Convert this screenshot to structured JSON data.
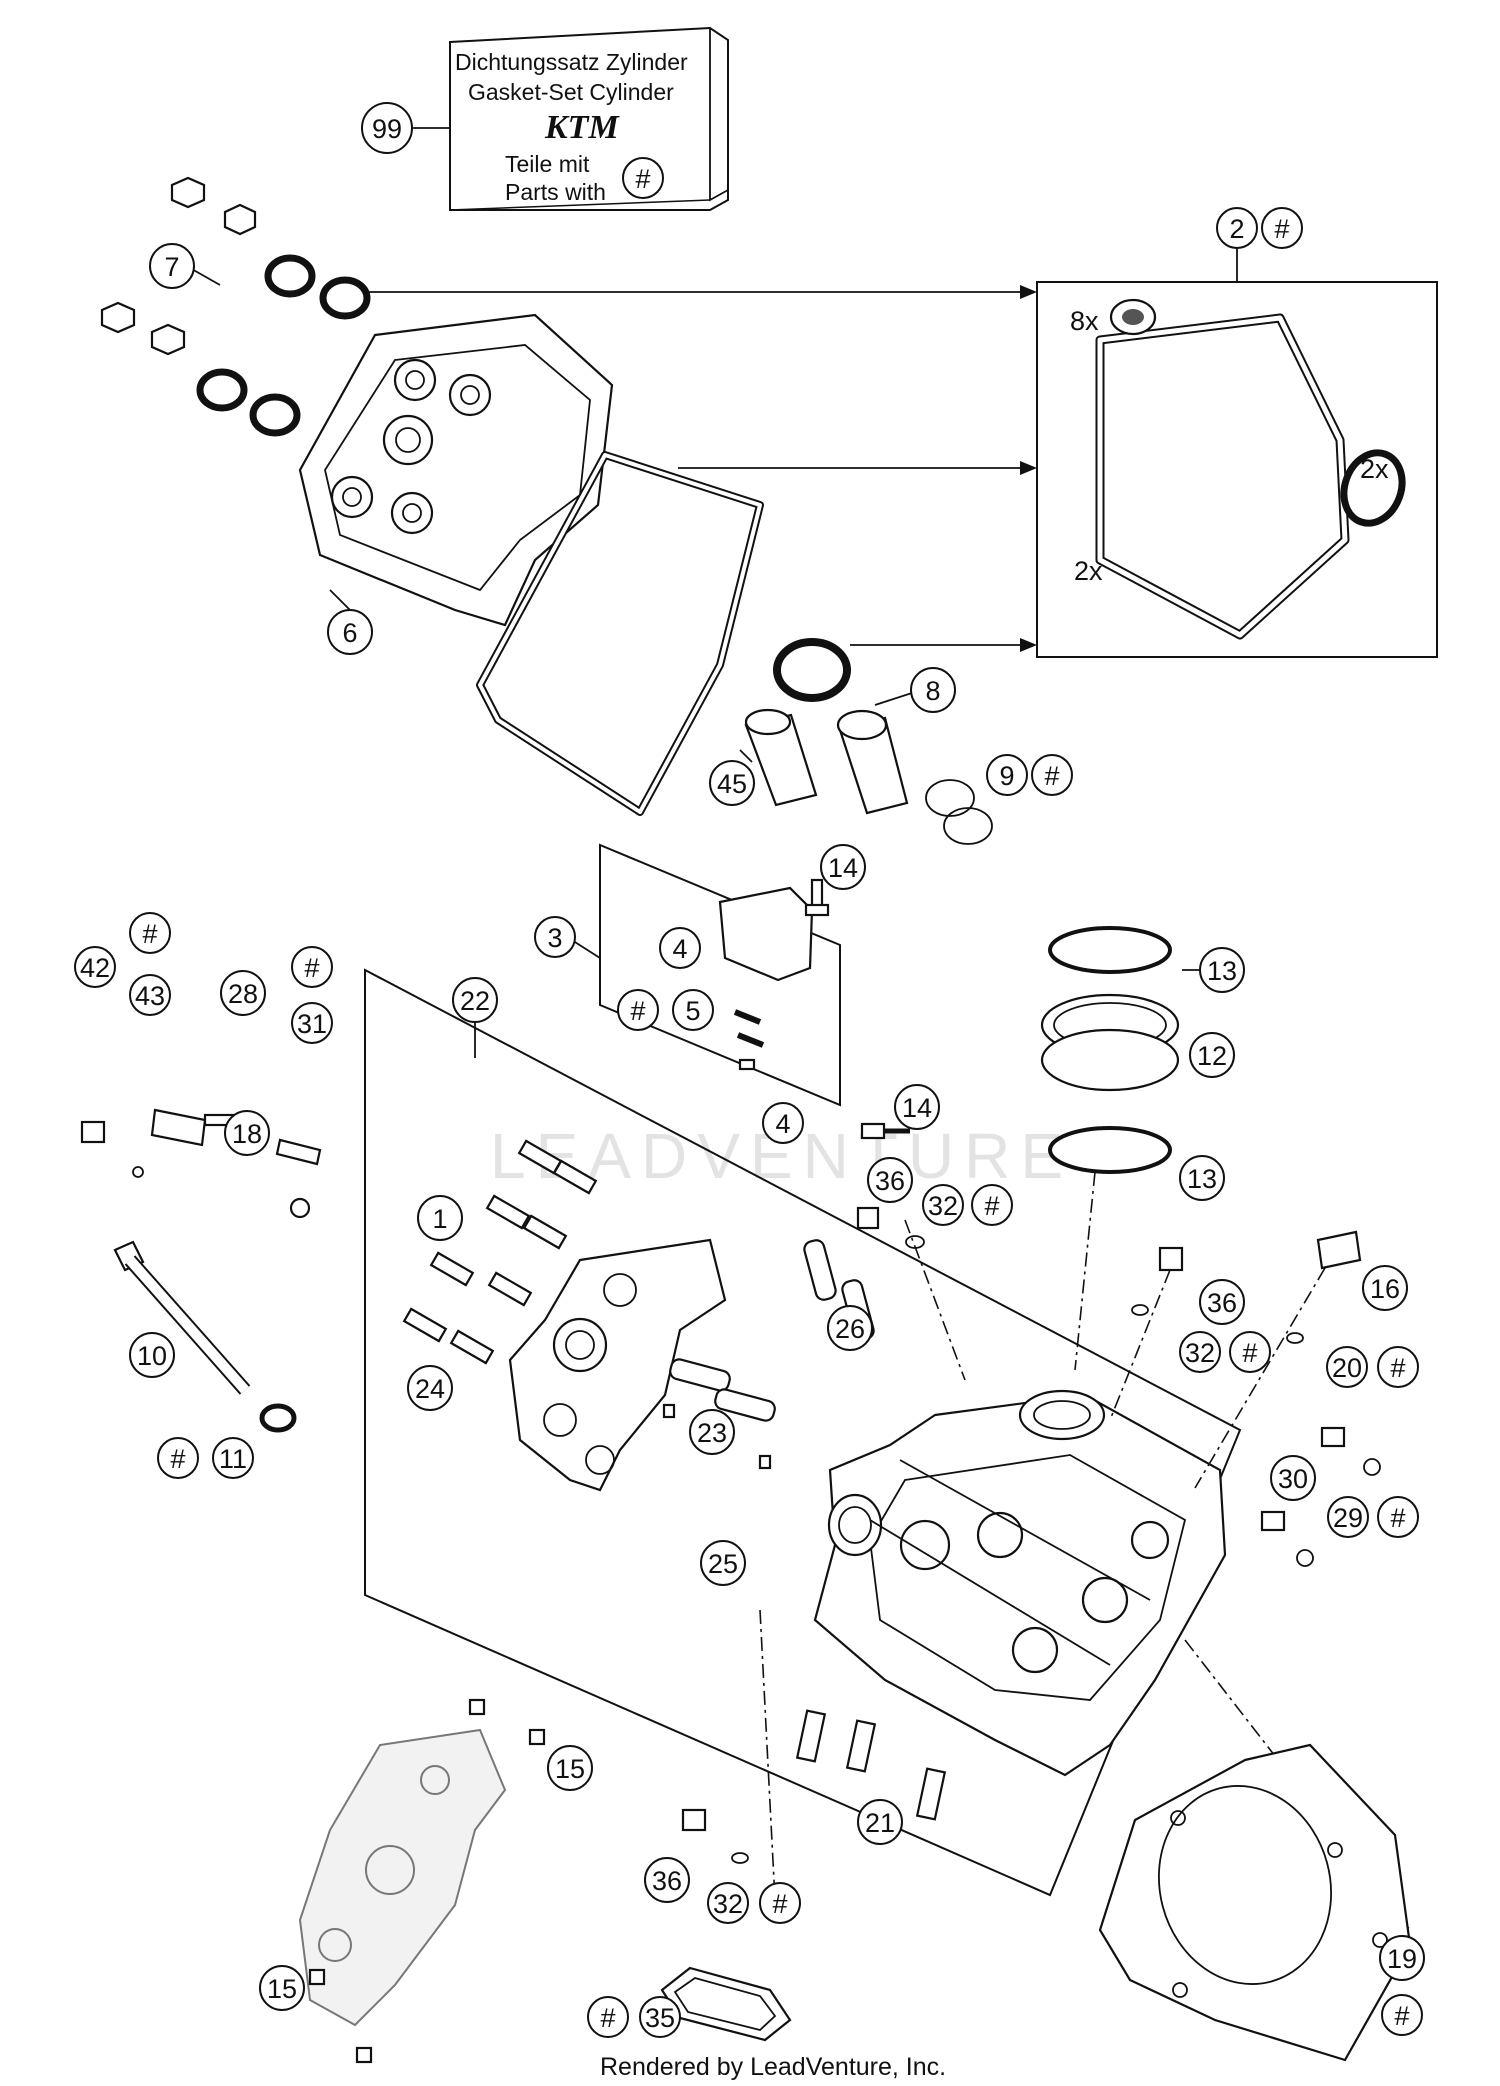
{
  "footer": {
    "credit": "Rendered by LeadVenture, Inc."
  },
  "watermark": {
    "text": "LEADVENTURE"
  },
  "gasket_set_box": {
    "line1": "Dichtungssatz Zylinder",
    "line2": "Gasket-Set Cylinder",
    "brand": "KTM",
    "line3": "Teile mit",
    "line4": "Parts with",
    "symbol": "#"
  },
  "quantities": {
    "q_8x": "8x",
    "q_2x_a": "2x",
    "q_2x_b": "2x"
  },
  "callouts": {
    "c99": "99",
    "c2": "2",
    "c2h": "#",
    "c7": "7",
    "c6": "6",
    "c8": "8",
    "c9": "9",
    "c9h": "#",
    "c45": "45",
    "c3": "3",
    "c4a": "4",
    "c4b": "4",
    "c5": "5",
    "c5h": "#",
    "c14a": "14",
    "c14b": "14",
    "c13a": "13",
    "c13b": "13",
    "c12": "12",
    "c22": "22",
    "c42": "42",
    "c43": "43",
    "c43h": "#",
    "c28": "28",
    "c31": "31",
    "c31h": "#",
    "c18": "18",
    "c1": "1",
    "c24": "24",
    "c10": "10",
    "c11": "11",
    "c11h": "#",
    "c26": "26",
    "c23": "23",
    "c25": "25",
    "c36a": "36",
    "c32a": "32",
    "c32ah": "#",
    "c36b": "36",
    "c32b": "32",
    "c32bh": "#",
    "c16": "16",
    "c20": "20",
    "c20h": "#",
    "c30": "30",
    "c29": "29",
    "c29h": "#",
    "c15a": "15",
    "c15b": "15",
    "c21": "21",
    "c36c": "36",
    "c32c": "32",
    "c32ch": "#",
    "c19": "19",
    "c19h": "#",
    "c35": "35",
    "c35h": "#"
  }
}
